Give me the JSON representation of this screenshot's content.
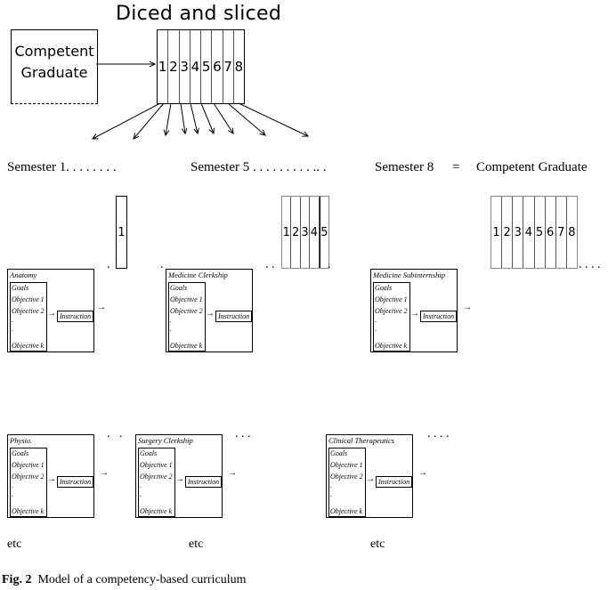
{
  "title": "Diced and sliced",
  "competent_box": {
    "line1": "Competent",
    "line2": "Graduate"
  },
  "strip_top": [
    "1",
    "2",
    "3",
    "4",
    "5",
    "6",
    "7",
    "8"
  ],
  "semesters": [
    {
      "label": "Semester 1",
      "dots": ". . . . .   . . ."
    },
    {
      "label": "Semester 5",
      "dots": " . . . . . . . . . .. ."
    },
    {
      "label": "Semester 8",
      "eq": "=",
      "target": "Competent Graduate"
    }
  ],
  "strip_sem1": [
    "1"
  ],
  "strip_sem5": [
    "1",
    "2",
    "3",
    "4",
    "5"
  ],
  "strip_sem8": [
    "1",
    "2",
    "3",
    "4",
    "5",
    "6",
    "7",
    "8"
  ],
  "course_common": {
    "goals": "Goals",
    "obj1": "Objective 1",
    "obj2": "Objective 2",
    "objk": "Objective k",
    "instruction": "Instruction"
  },
  "courses_row1": [
    "Anatomy",
    "Medicine Clerkship",
    "Medicine Subinternship"
  ],
  "courses_row2": [
    "Physio.",
    "Surgery Clerkship",
    "Clinical Therapeutics"
  ],
  "etc": "etc",
  "caption": {
    "fig": "Fig. 2",
    "text": "Model of a competency-based curriculum"
  }
}
